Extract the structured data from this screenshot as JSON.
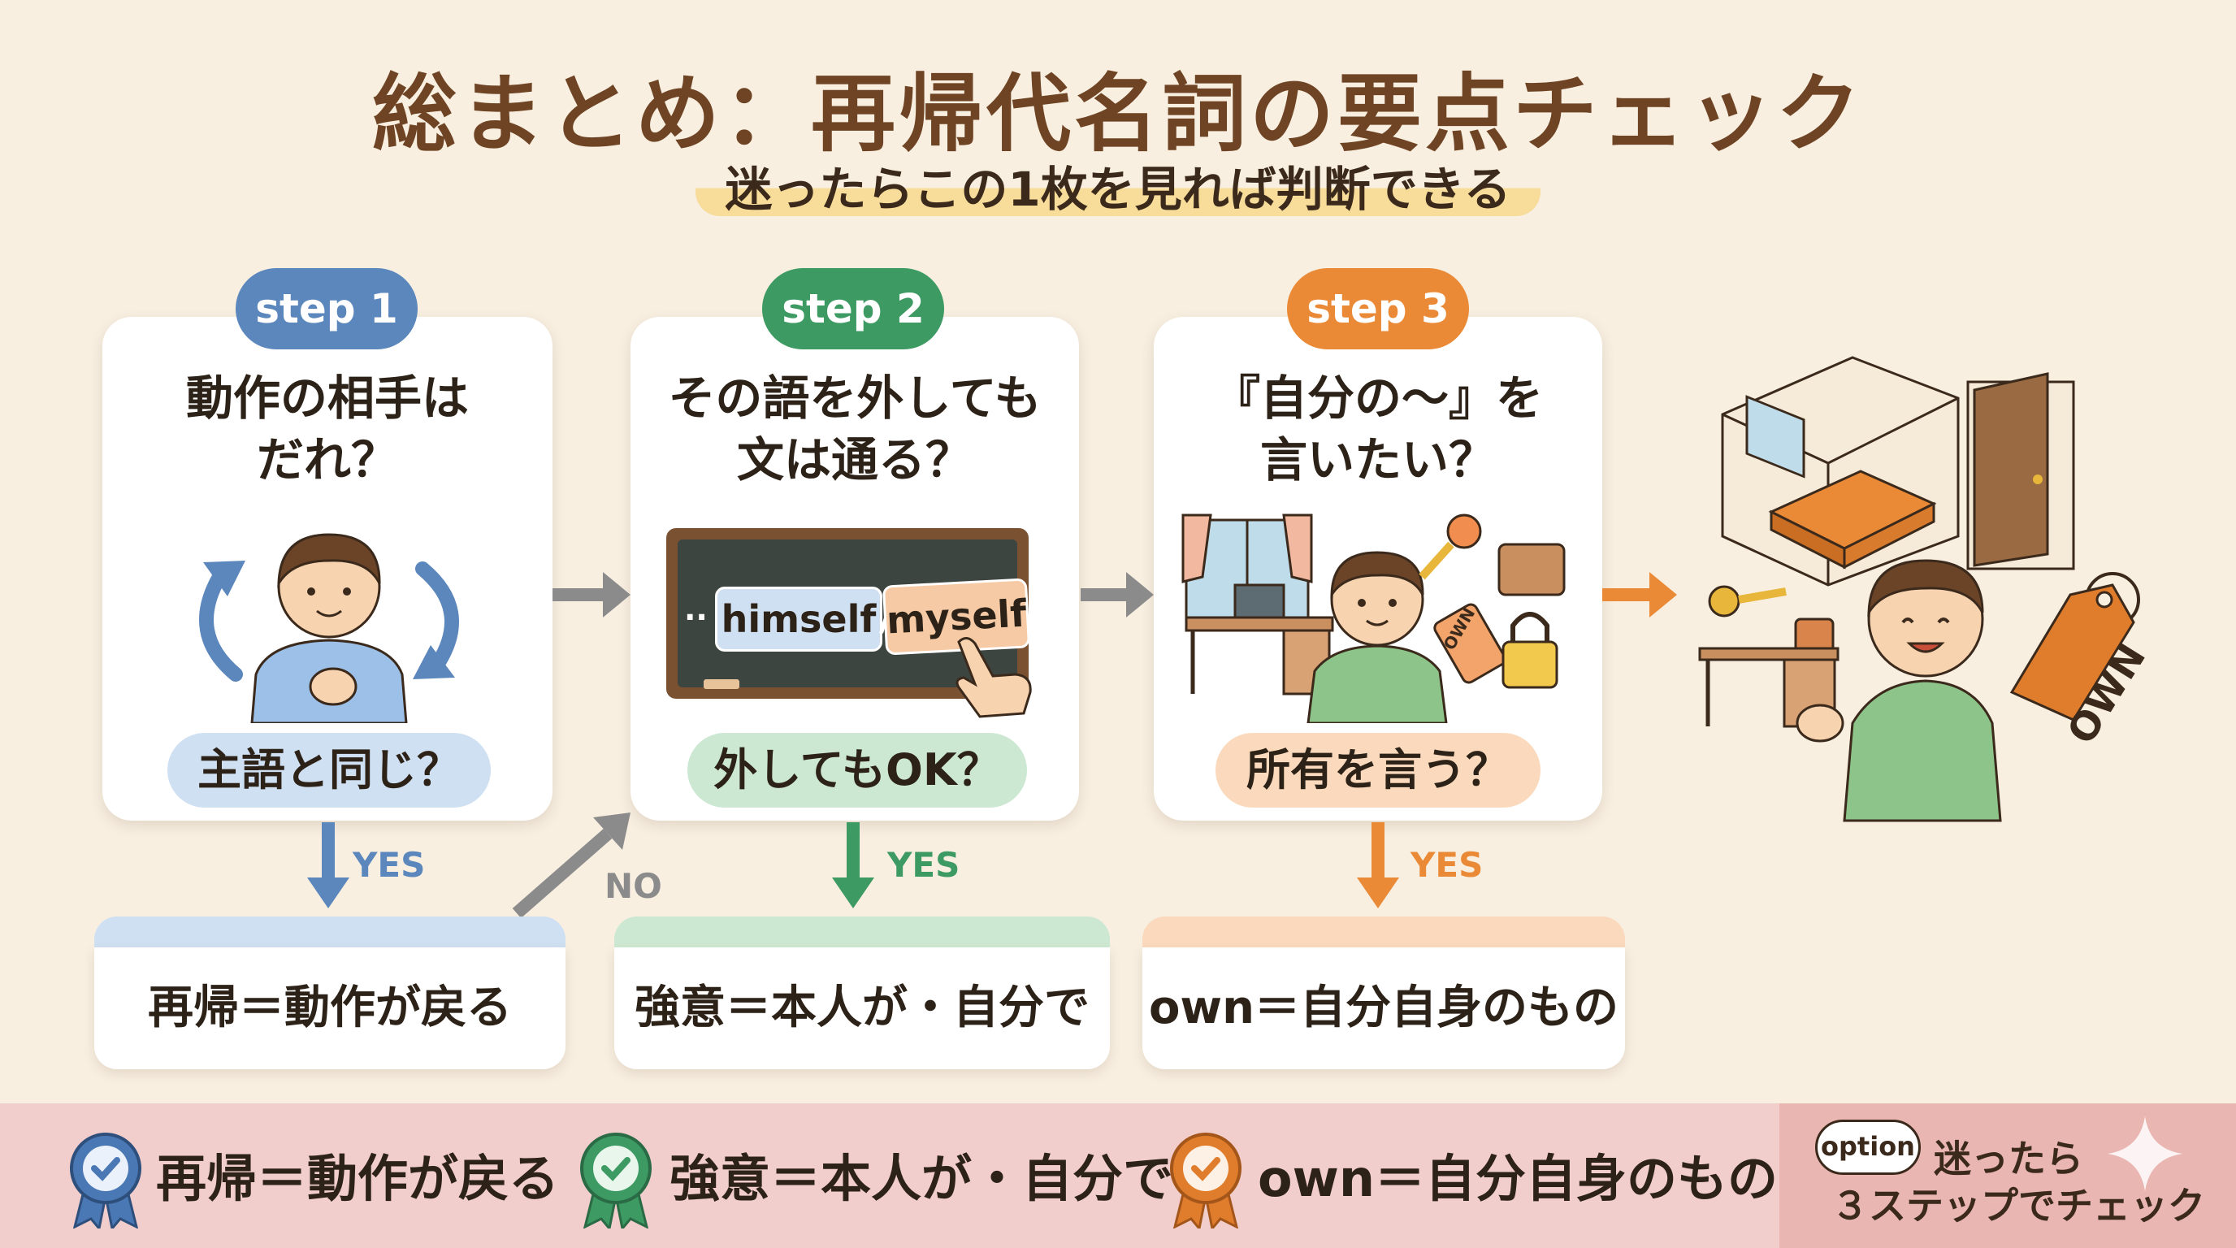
{
  "title": "総まとめ：再帰代名詞の要点チェック",
  "subtitle": "迷ったらこの1枚を見れば判断できる",
  "steps": [
    {
      "badge": "step 1",
      "question_line1": "動作の相手は",
      "question_line2": "だれ？",
      "check": "主語と同じ？",
      "yes": "YES",
      "result": "再帰＝動作が戻る",
      "color": "#5b87bd",
      "light": "#cfe0f2"
    },
    {
      "badge": "step 2",
      "question_line1": "その語を外しても",
      "question_line2": "文は通る？",
      "check": "外してもOK？",
      "yes": "YES",
      "result": "強意＝本人が・自分で",
      "color": "#3d9a63",
      "light": "#cde8d2",
      "board_prefix": "..",
      "word1": "himself",
      "slash": "/",
      "word2": "myself"
    },
    {
      "badge": "step 3",
      "question_line1": "『自分の～』を",
      "question_line2": "言いたい？",
      "check": "所有を言う？",
      "yes": "YES",
      "result": "own＝自分自身のもの",
      "color": "#ea8a36",
      "light": "#fad9bc",
      "tag_small": "OWN"
    }
  ],
  "no_label": "NO",
  "own_tag": "OWN",
  "footer": {
    "items": [
      {
        "text": "再帰＝動作が戻る",
        "color": "#4a78b4"
      },
      {
        "text": "強意＝本人が・自分で",
        "color": "#3d9a63"
      },
      {
        "text": "own＝自分自身のもの",
        "color": "#e07d2c"
      }
    ],
    "option_label": "option",
    "note_line1": "迷ったら",
    "note_line2": "３ステップでチェック"
  }
}
